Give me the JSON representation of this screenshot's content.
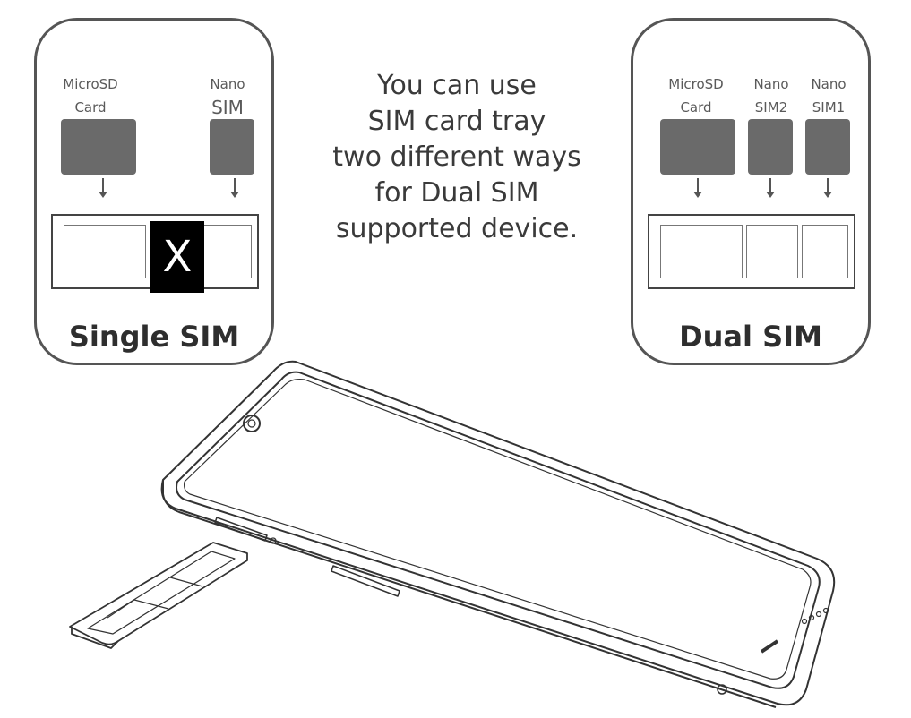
{
  "single_panel": {
    "microsd_line1": "MicroSD",
    "microsd_line2": "Card",
    "nano_line1": "Nano",
    "nano_line2": "SIM",
    "blocked_mark": "X",
    "title": "Single SIM"
  },
  "dual_panel": {
    "microsd_line1": "MicroSD",
    "microsd_line2": "Card",
    "nano2_line1": "Nano",
    "nano2_line2": "SIM2",
    "nano1_line1": "Nano",
    "nano1_line2": "SIM1",
    "title": "Dual SIM"
  },
  "info_text": {
    "line1": "You can use",
    "line2": "SIM card tray",
    "line3": "two different ways",
    "line4": "for Dual SIM",
    "line5": "supported device."
  },
  "colors": {
    "card_fill": "#6a6a6a",
    "outline": "#555555",
    "blocked_fill": "#000000"
  }
}
